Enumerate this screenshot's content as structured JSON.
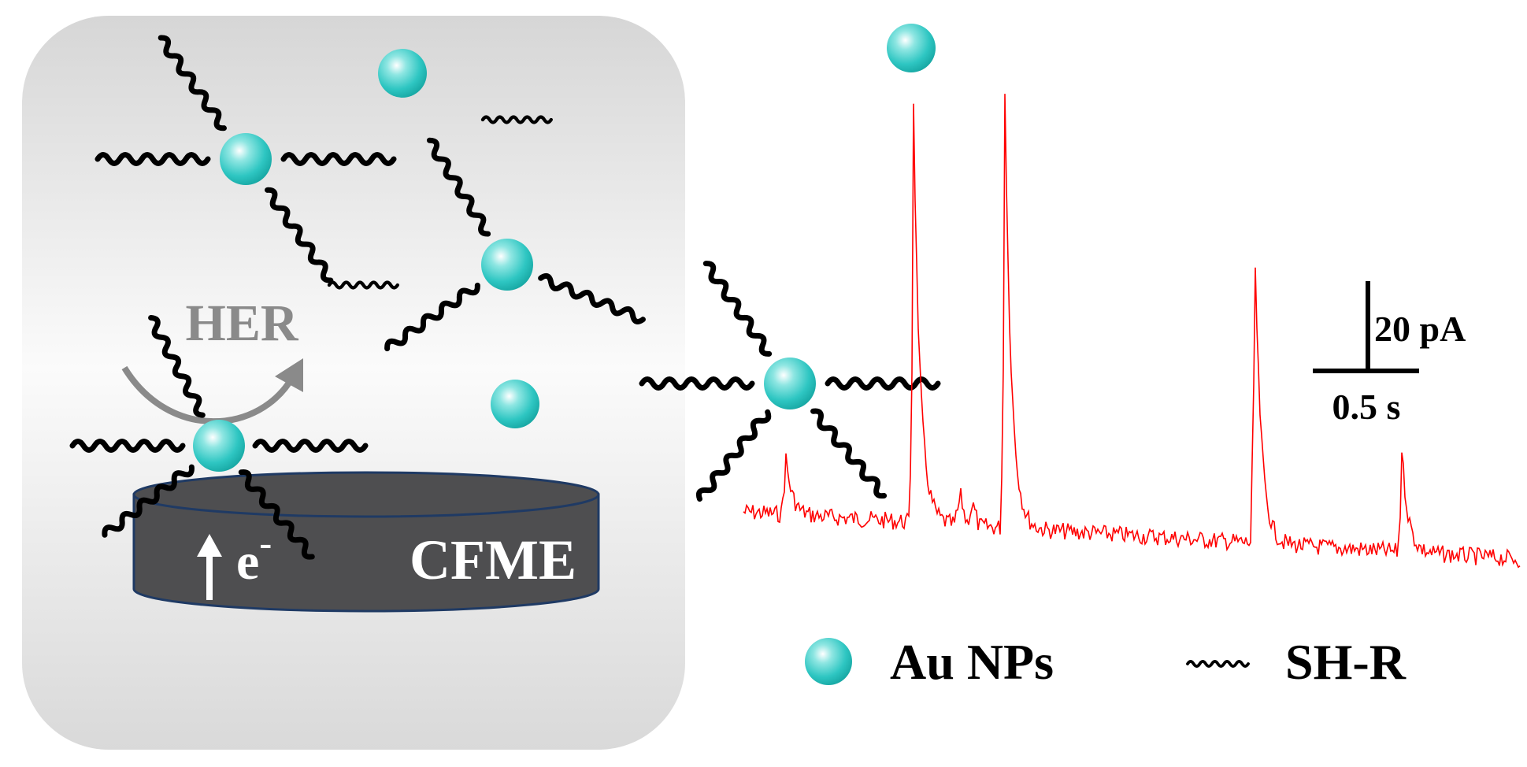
{
  "panel": {
    "her_label": "HER",
    "electron_label": "e",
    "electron_charge": "-",
    "electrode_label": "CFME"
  },
  "scale_bar": {
    "current_label": "20 pA",
    "time_label": "0.5 s"
  },
  "legend": {
    "nanoparticle_label": "Au NPs",
    "ligand_label": "SH-R"
  },
  "colors": {
    "nanoparticle": "#2ec6c2",
    "trace": "#ff0000",
    "electrode": "#4e4e50",
    "her_text": "#8a8a8a",
    "ligand": "#000000",
    "panel_bg": "#efefef"
  }
}
